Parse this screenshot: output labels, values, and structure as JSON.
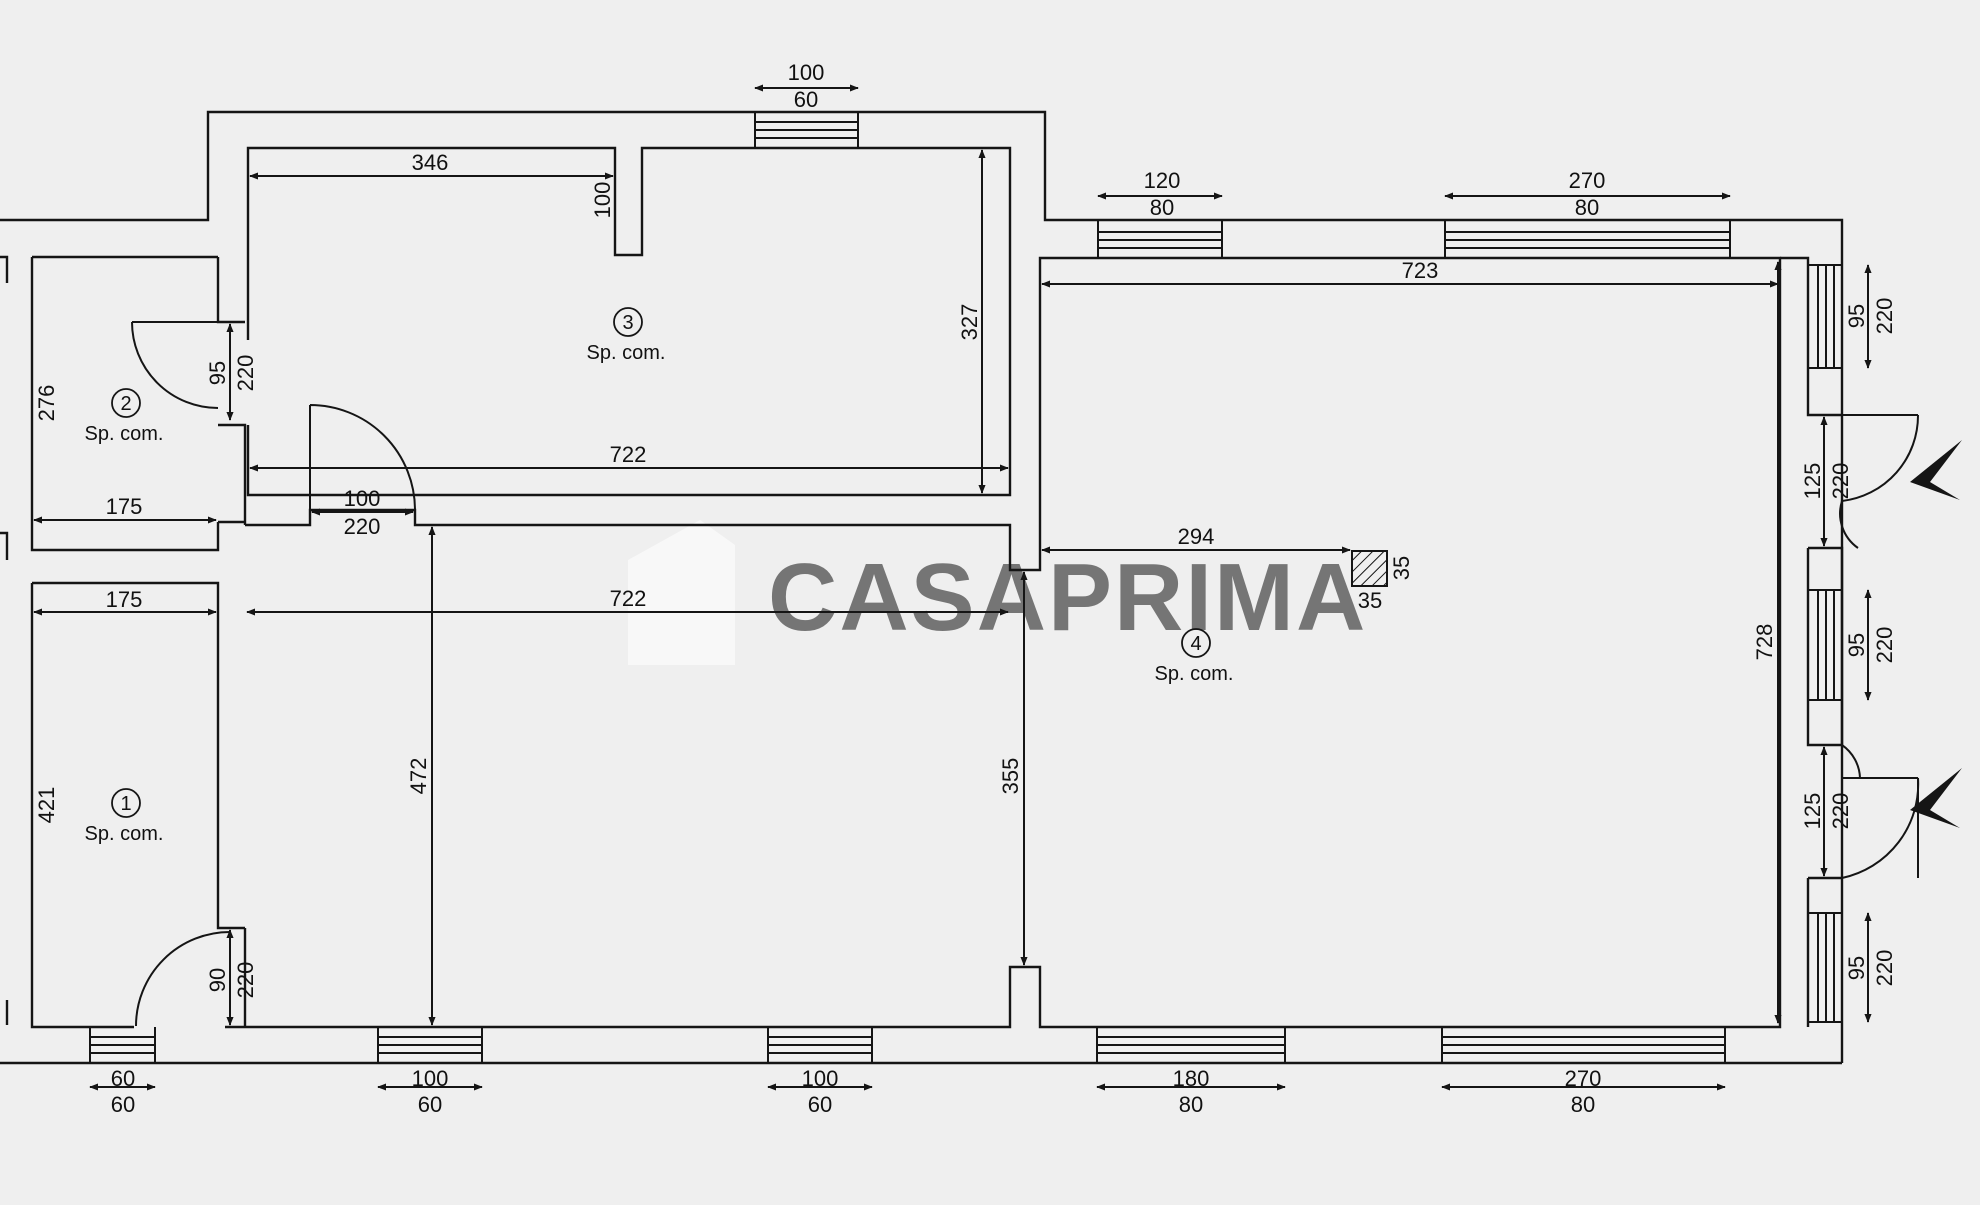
{
  "watermark": "CASAPRIMA",
  "colors": {
    "background": "#efefef",
    "walls": "#151515",
    "watermark": "#ffffff"
  },
  "rooms": [
    {
      "number": "1",
      "label": "Sp. com."
    },
    {
      "number": "2",
      "label": "Sp. com."
    },
    {
      "number": "3",
      "label": "Sp. com."
    },
    {
      "number": "4",
      "label": "Sp. com."
    }
  ],
  "dimensions": {
    "top_window_w": "100",
    "top_window_h": "60",
    "r3_wall": "346",
    "r3_stub": "100",
    "r3_height": "327",
    "r3_width": "722",
    "r2_door_w": "95",
    "r2_door_h": "220",
    "r2_height": "276",
    "r2_width": "175",
    "hall_door_w": "100",
    "hall_door_h": "220",
    "r1_width": "175",
    "r1_height": "421",
    "r1_door_w": "90",
    "r1_door_h": "220",
    "hall_width": "722",
    "hall_height": "472",
    "partition": "355",
    "r4_win1_w": "120",
    "r4_win1_h": "80",
    "r4_win2_w": "270",
    "r4_win2_h": "80",
    "r4_width": "723",
    "r4_height": "728",
    "pillar_dist": "294",
    "pillar_w": "35",
    "pillar_h": "35",
    "right_win1_w": "95",
    "right_win1_h": "220",
    "right_door1_w": "125",
    "right_door1_h": "220",
    "right_win2_w": "95",
    "right_win2_h": "220",
    "right_door2_w": "125",
    "right_door2_h": "220",
    "right_win3_w": "95",
    "right_win3_h": "220",
    "bot_win1_w": "60",
    "bot_win1_h": "60",
    "bot_win2_w": "100",
    "bot_win2_h": "60",
    "bot_win3_w": "100",
    "bot_win3_h": "60",
    "bot_win4_w": "180",
    "bot_win4_h": "80",
    "bot_win5_w": "270",
    "bot_win5_h": "80"
  }
}
